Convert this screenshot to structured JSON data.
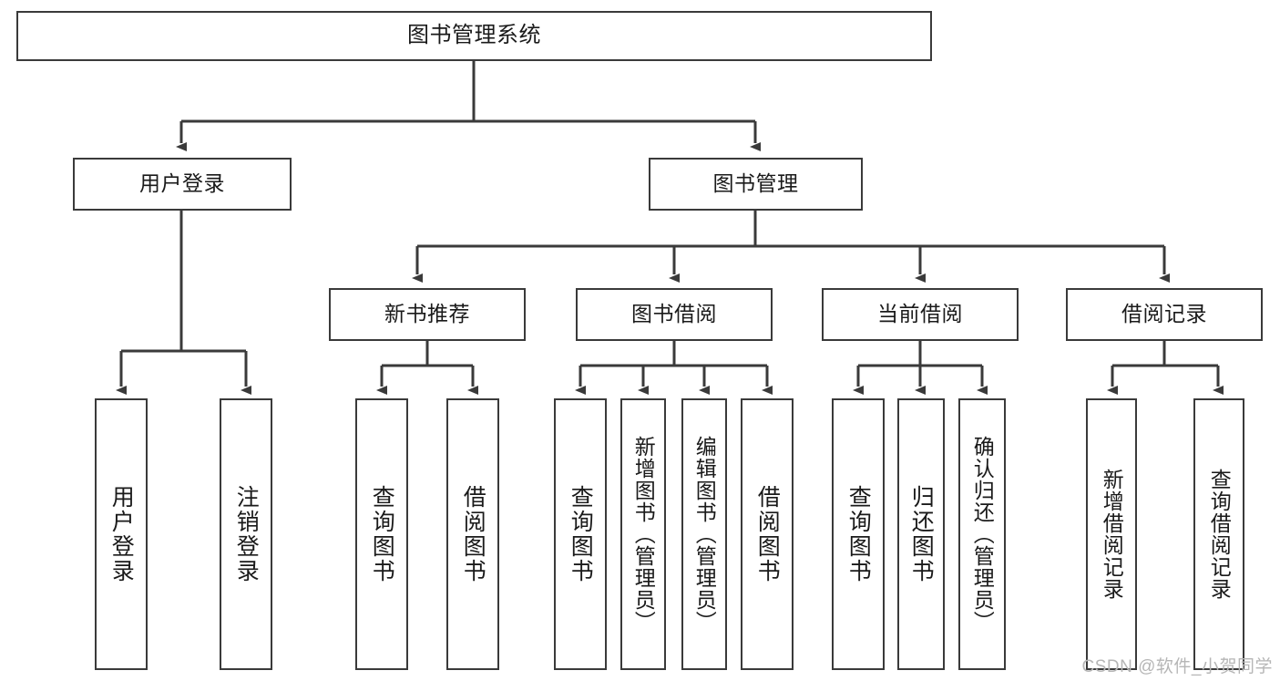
{
  "diagram": {
    "title": "图书管理系统",
    "type": "tree-hierarchy",
    "stroke_color": "#3a3a3a",
    "background_color": "#ffffff",
    "text_color": "#1a1a1a"
  },
  "nodes": {
    "root": {
      "label": "图书管理系统"
    },
    "level2": [
      {
        "id": "user-login",
        "label": "用户登录"
      },
      {
        "id": "book-manage",
        "label": "图书管理"
      }
    ],
    "level3": [
      {
        "id": "new-book-recommend",
        "label": "新书推荐"
      },
      {
        "id": "book-borrow",
        "label": "图书借阅"
      },
      {
        "id": "current-borrow",
        "label": "当前借阅"
      },
      {
        "id": "borrow-record",
        "label": "借阅记录"
      }
    ],
    "leaves": {
      "user_login": [
        {
          "id": "leaf-user-login",
          "label": "用户登录"
        },
        {
          "id": "leaf-logout",
          "label": "注销登录"
        }
      ],
      "new_book_recommend": [
        {
          "id": "leaf-query-book-1",
          "label": "查询图书"
        },
        {
          "id": "leaf-borrow-book-1",
          "label": "借阅图书"
        }
      ],
      "book_borrow": [
        {
          "id": "leaf-query-book-2",
          "label": "查询图书"
        },
        {
          "id": "leaf-add-book",
          "label": "新增图书（管理员）"
        },
        {
          "id": "leaf-edit-book",
          "label": "编辑图书（管理员）"
        },
        {
          "id": "leaf-borrow-book-2",
          "label": "借阅图书"
        }
      ],
      "current_borrow": [
        {
          "id": "leaf-query-book-3",
          "label": "查询图书"
        },
        {
          "id": "leaf-return-book",
          "label": "归还图书"
        },
        {
          "id": "leaf-confirm-return",
          "label": "确认归还（管理员）"
        }
      ],
      "borrow_record": [
        {
          "id": "leaf-add-record",
          "label": "新增借阅记录"
        },
        {
          "id": "leaf-query-record",
          "label": "查询借阅记录"
        }
      ]
    }
  },
  "watermark": {
    "text": "CSDN @软件_小贺同学"
  }
}
